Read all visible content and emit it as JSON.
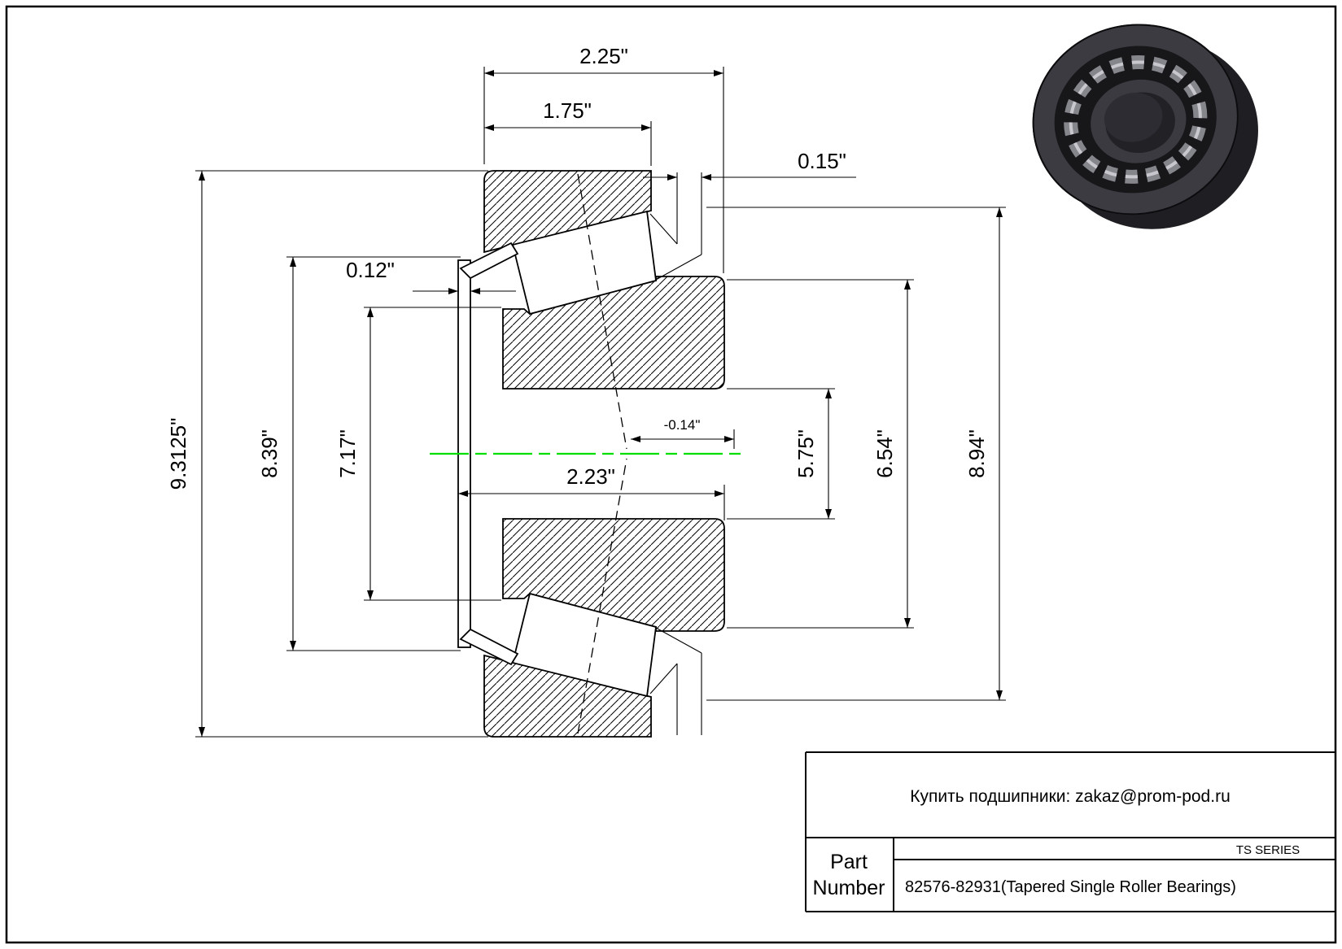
{
  "drawing": {
    "centerline_color": "#00dd00",
    "dimensions": {
      "overall_width": "2.25\"",
      "cup_width": "1.75\"",
      "stand_out": "0.15\"",
      "cage_thickness": "0.12\"",
      "housing_height": "9.3125\"",
      "cage_height": "8.39\"",
      "cone_front_face": "7.17\"",
      "cone_width": "2.23\"",
      "apex_offset": "-0.14\"",
      "bore_diameter": "5.75\"",
      "rib_diameter": "6.54\"",
      "cup_diameter": "8.94\""
    }
  },
  "title_block": {
    "contact": "Купить подшипники: zakaz@prom-pod.ru",
    "series": "TS SERIES",
    "part_label_line1": "Part",
    "part_label_line2": "Number",
    "part_value": "82576-82931(Tapered Single Roller Bearings)"
  }
}
